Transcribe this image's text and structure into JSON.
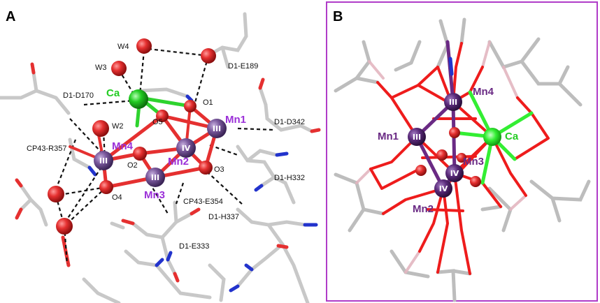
{
  "panels": {
    "a": {
      "letter": "A"
    },
    "b": {
      "letter": "B",
      "border_color": "#b03cc8"
    }
  },
  "colors": {
    "oxygen": "#e53030",
    "calcium": "#2ed32e",
    "manganese": "#6b4a8c",
    "manganese_text": "#9b30d8",
    "bond_dark": "#5a1f6e",
    "stick_gray": "#bfbfbf",
    "nitrogen": "#2233cc",
    "ca_text": "#22cc22"
  },
  "panel_a": {
    "labels": {
      "w4": "W4",
      "w3": "W3",
      "w2": "W2",
      "d1_e189": "D1-E189",
      "d1_d170": "D1-D170",
      "d1_d342": "D1-D342",
      "cp43_r357": "CP43-R357",
      "d1_h332": "D1-H332",
      "cp43_e354": "CP43-E354",
      "d1_h337": "D1-H337",
      "d1_e333": "D1-E333",
      "ca": "Ca",
      "mn1": "Mn1",
      "mn2": "Mn2",
      "mn3": "Mn3",
      "mn4": "Mn4",
      "o1": "O1",
      "o2": "O2",
      "o3": "O3",
      "o4": "O4",
      "o5": "O5"
    },
    "oxidation_states": {
      "mn1": "III",
      "mn2": "IV",
      "mn3": "III",
      "mn4": "III"
    }
  },
  "panel_b": {
    "labels": {
      "mn1": "Mn1",
      "mn2": "Mn2",
      "mn3": "Mn3",
      "mn4": "Mn4",
      "ca": "Ca"
    },
    "oxidation_states": {
      "mn1": "III",
      "mn2": "IV",
      "mn3": "IV",
      "mn4": "III"
    }
  }
}
